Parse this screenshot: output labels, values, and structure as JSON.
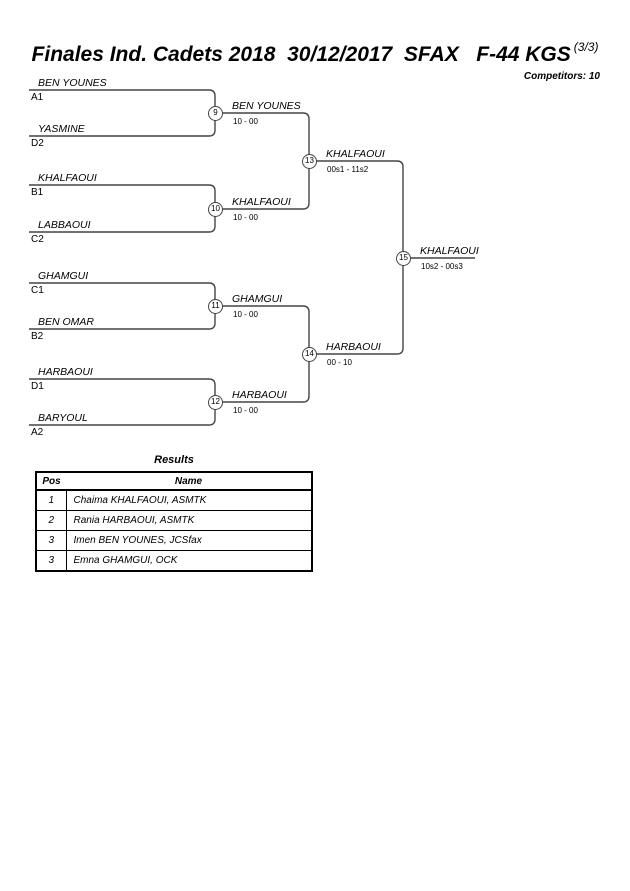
{
  "header": {
    "title": "Finales Ind. Cadets 2018  30/12/2017  SFAX   F-44 KGS",
    "edition": "(3/3)",
    "competitors": "Competitors: 10"
  },
  "bracket": {
    "round1": [
      {
        "name": "BEN YOUNES",
        "seed": "A1"
      },
      {
        "name": "YASMINE",
        "seed": "D2"
      },
      {
        "name": "KHALFAOUI",
        "seed": "B1"
      },
      {
        "name": "LABBAOUI",
        "seed": "C2"
      },
      {
        "name": "GHAMGUI",
        "seed": "C1"
      },
      {
        "name": "BEN OMAR",
        "seed": "B2"
      },
      {
        "name": "HARBAOUI",
        "seed": "D1"
      },
      {
        "name": "BARYOUL",
        "seed": "A2"
      }
    ],
    "matches": [
      {
        "number": "9",
        "winner": "BEN YOUNES",
        "score": "10 - 00"
      },
      {
        "number": "10",
        "winner": "KHALFAOUI",
        "score": "10 - 00"
      },
      {
        "number": "11",
        "winner": "GHAMGUI",
        "score": "10 - 00"
      },
      {
        "number": "12",
        "winner": "HARBAOUI",
        "score": "10 - 00"
      },
      {
        "number": "13",
        "winner": "KHALFAOUI",
        "score": "00s1 - 11s2"
      },
      {
        "number": "14",
        "winner": "HARBAOUI",
        "score": "00 - 10"
      },
      {
        "number": "15",
        "winner": "KHALFAOUI",
        "score": "10s2 - 00s3"
      }
    ]
  },
  "results": {
    "title": "Results",
    "columns": {
      "pos": "Pos",
      "name": "Name"
    },
    "rows": [
      {
        "pos": "1",
        "name": "Chaima KHALFAOUI, ASMTK"
      },
      {
        "pos": "2",
        "name": "Rania HARBAOUI, ASMTK"
      },
      {
        "pos": "3",
        "name": "Imen BEN YOUNES, JCSfax"
      },
      {
        "pos": "3",
        "name": "Emna GHAMGUI, OCK"
      }
    ]
  }
}
